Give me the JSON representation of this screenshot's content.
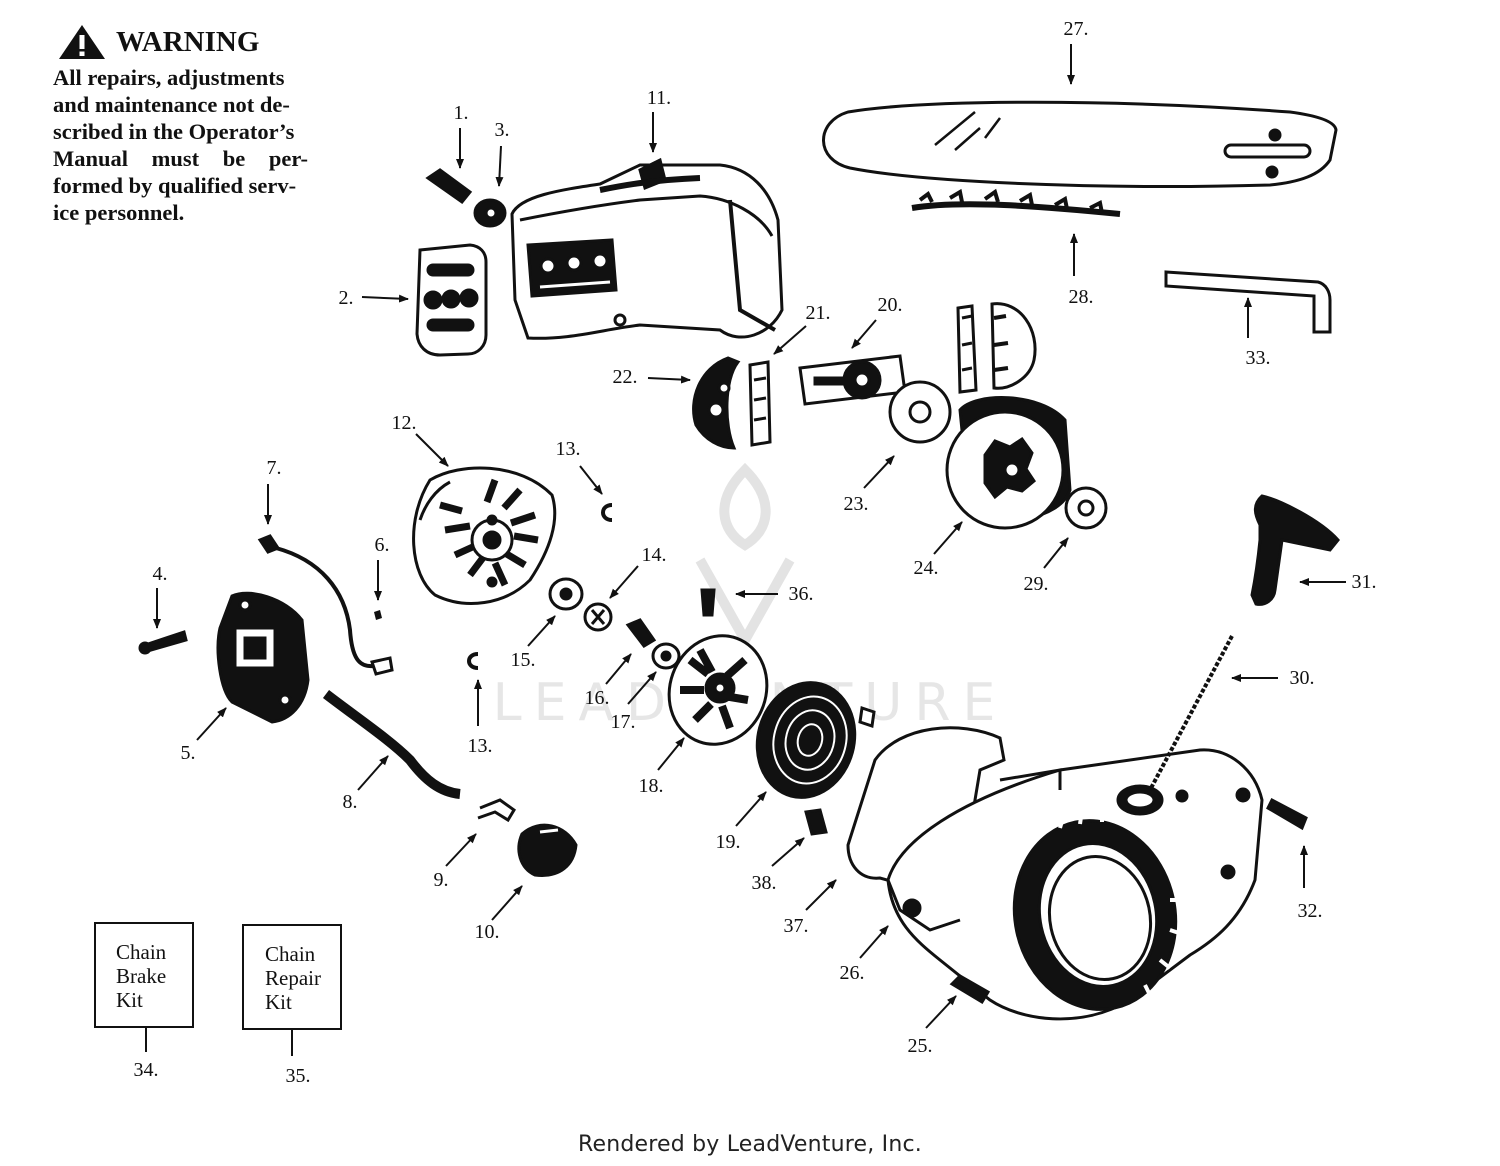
{
  "warning": {
    "title": "WARNING",
    "lines": [
      "All repairs, adjustments",
      "and maintenance not de-",
      "scribed in the Operator’s",
      "Manual must be per-",
      "formed by qualified serv-",
      "ice personnel."
    ]
  },
  "kits": {
    "chain_brake": [
      "Chain",
      "Brake",
      "Kit"
    ],
    "chain_repair": [
      "Chain",
      "Repair",
      "Kit"
    ]
  },
  "watermark": "LEADVENTURE",
  "footer": "Rendered by LeadVenture, Inc.",
  "callouts": {
    "c1": "1.",
    "c2": "2.",
    "c3": "3.",
    "c4": "4.",
    "c5": "5.",
    "c6": "6.",
    "c7": "7.",
    "c8": "8.",
    "c9": "9.",
    "c10": "10.",
    "c11": "11.",
    "c12": "12.",
    "c13a": "13.",
    "c13b": "13.",
    "c14": "14.",
    "c15": "15.",
    "c16": "16.",
    "c17": "17.",
    "c18": "18.",
    "c19": "19.",
    "c20": "20.",
    "c21": "21.",
    "c22": "22.",
    "c23": "23.",
    "c24": "24.",
    "c25": "25.",
    "c26": "26.",
    "c27": "27.",
    "c28": "28.",
    "c29": "29.",
    "c30": "30.",
    "c31": "31.",
    "c32": "32.",
    "c33": "33.",
    "c34": "34.",
    "c35": "35.",
    "c36": "36.",
    "c37": "37.",
    "c38": "38."
  }
}
